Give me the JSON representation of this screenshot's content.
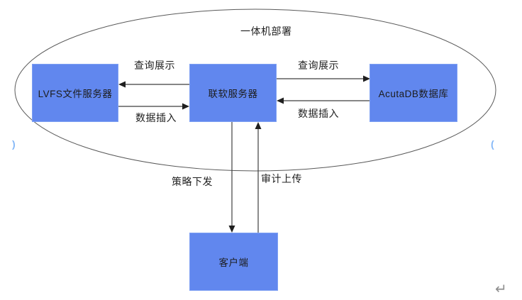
{
  "diagram": {
    "title": "一体机部署",
    "nodes": [
      {
        "id": "lvfs",
        "label": "LVFS文件服务器"
      },
      {
        "id": "liansoft",
        "label": "联软服务器"
      },
      {
        "id": "acutadb",
        "label": "AcutaDB数据库"
      },
      {
        "id": "client",
        "label": "客户端"
      }
    ],
    "edges": [
      {
        "from": "liansoft",
        "to": "lvfs",
        "label": "查询展示",
        "direction": "left"
      },
      {
        "from": "lvfs",
        "to": "liansoft",
        "label": "数据插入",
        "direction": "right"
      },
      {
        "from": "liansoft",
        "to": "acutadb",
        "label": "查询展示",
        "direction": "right"
      },
      {
        "from": "acutadb",
        "to": "liansoft",
        "label": "数据插入",
        "direction": "left"
      },
      {
        "from": "liansoft",
        "to": "client",
        "label": "策略下发",
        "direction": "down"
      },
      {
        "from": "client",
        "to": "liansoft",
        "label": "审计上传",
        "direction": "up"
      }
    ],
    "colors": {
      "node_fill": "#6187ee",
      "node_border": "#7ea0f3",
      "ellipse_stroke": "#595959",
      "arrow": "#3f3f3f",
      "paren_marks": "#85b8f7",
      "return_mark": "#8f8f8f"
    }
  },
  "marks": {
    "left_paren": ")",
    "right_paren": "(",
    "return_symbol": "↵"
  }
}
